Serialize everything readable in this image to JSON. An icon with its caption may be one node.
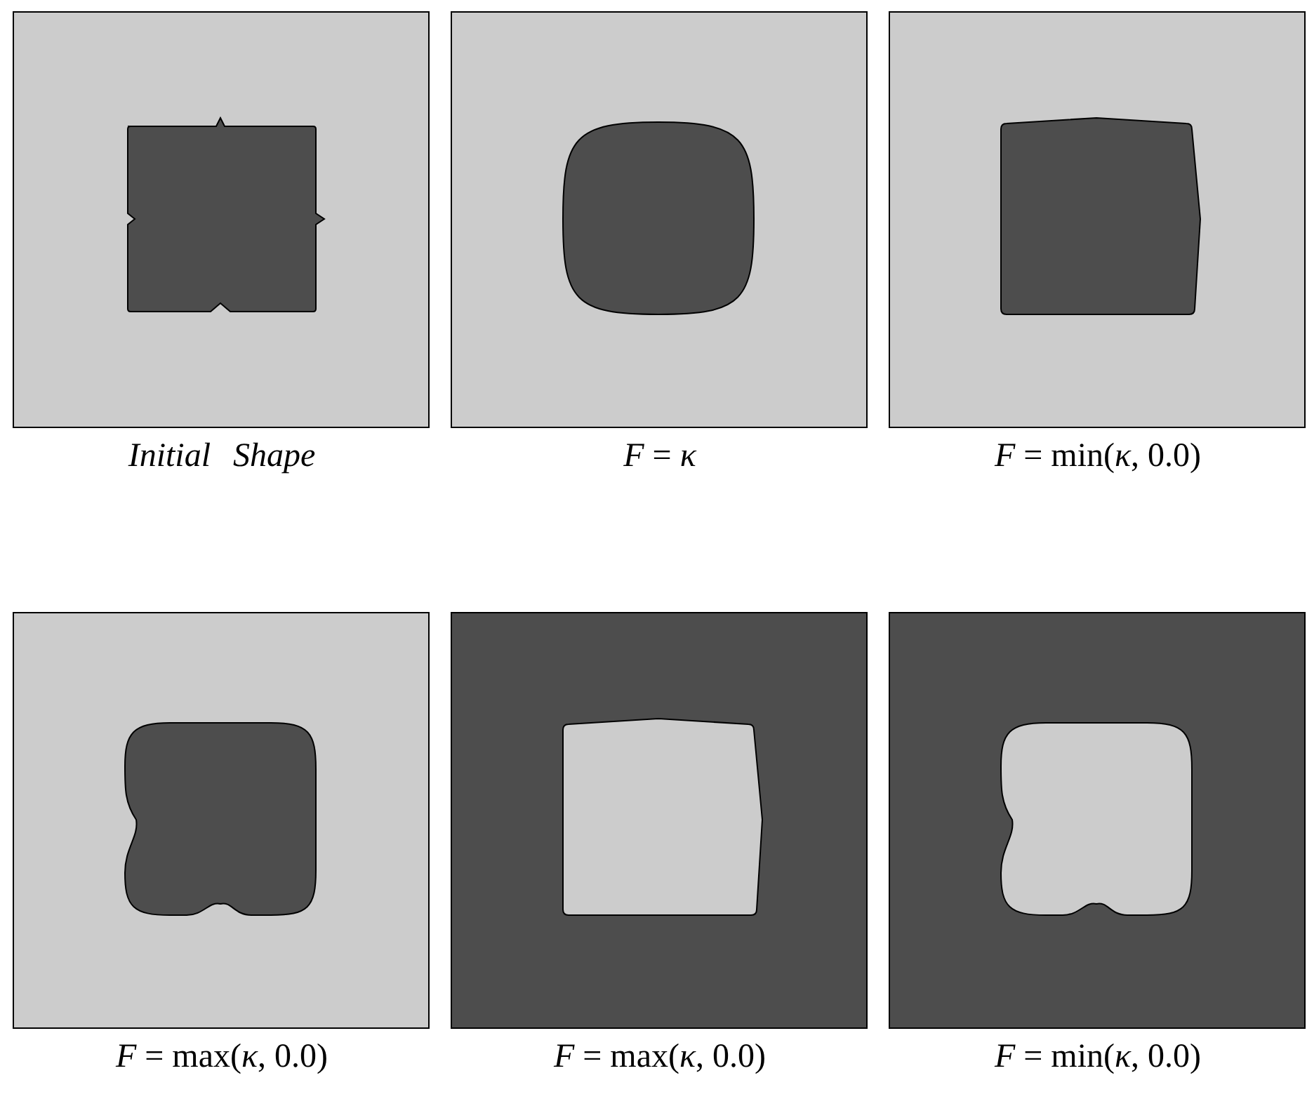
{
  "diagram": {
    "nodes": [
      {
        "text": [],
        "shape": "picture",
        "beside": [
          "Initial Shape"
        ]
      },
      {
        "text": [],
        "shape": "picture",
        "beside": [
          "*F* = *κ*"
        ]
      },
      {
        "text": [],
        "shape": "picture",
        "beside": [
          "*F* = min(*κ*, 0.0)"
        ]
      },
      {
        "text": [],
        "shape": "picture",
        "beside": [
          "*F* = max(*κ*, 0.0)"
        ]
      },
      {
        "text": [],
        "shape": "picture",
        "beside": [
          "*F* = max(*κ*, 0.0)"
        ]
      },
      {
        "text": [],
        "shape": "picture",
        "beside": [
          "*F* = min(*κ*, 0.0)"
        ]
      }
    ]
  }
}
